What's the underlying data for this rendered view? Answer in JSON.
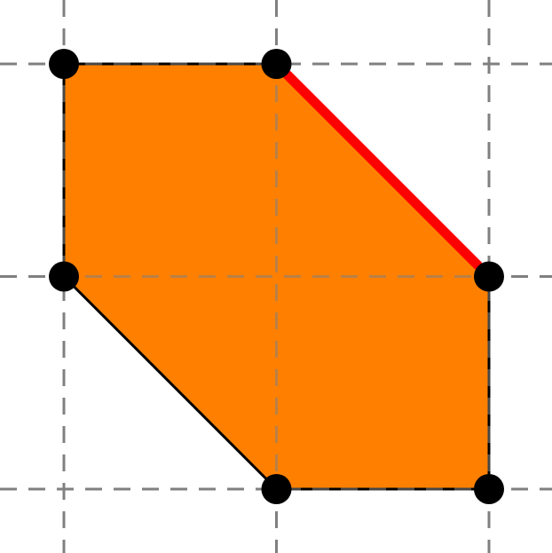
{
  "diagram": {
    "grid": {
      "columns": [
        0,
        1,
        2
      ],
      "rows": [
        0,
        1,
        2
      ]
    },
    "polygon": [
      [
        0,
        0
      ],
      [
        1,
        0
      ],
      [
        2,
        1
      ],
      [
        2,
        2
      ],
      [
        1,
        2
      ],
      [
        0,
        1
      ]
    ],
    "highlighted_edge": [
      [
        1,
        0
      ],
      [
        2,
        1
      ]
    ],
    "colors": {
      "fill": "#ff8000",
      "outline": "#000000",
      "grid": "#808080",
      "highlight": "#ff0000",
      "vertex": "#000000",
      "background": "#ffffff"
    }
  }
}
